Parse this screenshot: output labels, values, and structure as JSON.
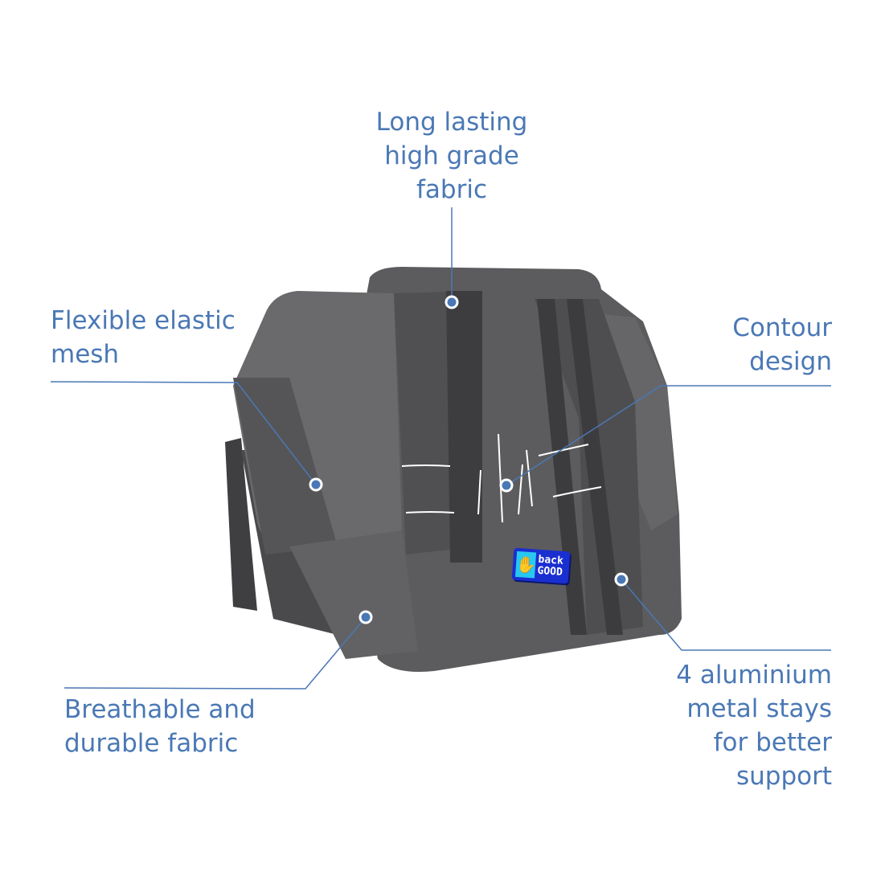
{
  "callouts": {
    "top": "Long lasting\nhigh grade\nfabric",
    "flexible": "Flexible elastic\nmesh",
    "contour": "Contour\ndesign",
    "breathable": "Breathable and\ndurable fabric",
    "stays": "4 aluminium\nmetal stays\nfor better\nsupport"
  },
  "logo": {
    "top": "back",
    "bottom": "GOOD"
  },
  "colors": {
    "accent": "#4a78b5",
    "brace": "#5c5c5e",
    "logo": "#1a2fd0"
  }
}
